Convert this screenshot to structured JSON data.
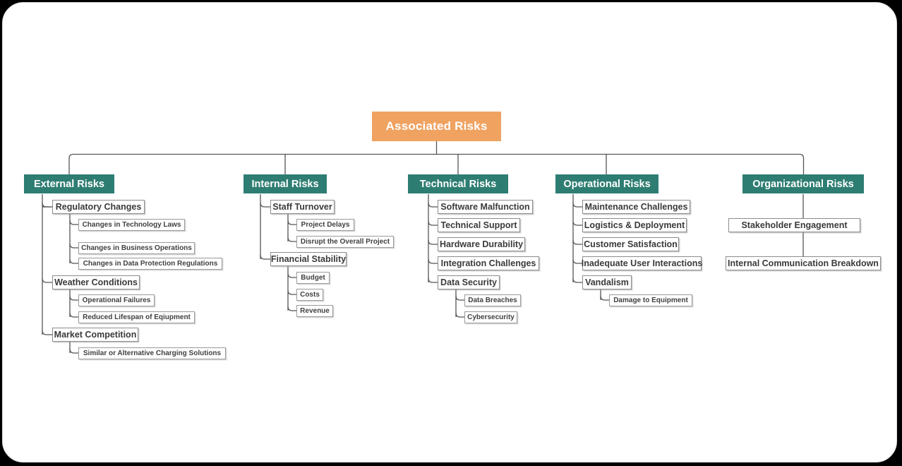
{
  "page": {
    "background": "#000000",
    "card_background": "#ffffff",
    "card_border": "#e2e2e2"
  },
  "theme": {
    "root_fill": "#F0A261",
    "branch_fill": "#2E7D72",
    "node_fill": "#ffffff",
    "node_border": "#8c8c8c",
    "connector": "#555555",
    "root_text": "#ffffff",
    "branch_text": "#ffffff",
    "node_text": "#3a3a3a"
  },
  "mindmap": {
    "root": {
      "label": "Associated Risks"
    },
    "branches": [
      {
        "label": "External Risks",
        "children": [
          {
            "label": "Regulatory Changes",
            "children": [
              {
                "label": "Changes in Technology Laws"
              },
              {
                "label": "Changes in Business Operations"
              },
              {
                "label": "Changes in Data Protection Regulations"
              }
            ]
          },
          {
            "label": "Weather Conditions",
            "children": [
              {
                "label": "Operational Failures"
              },
              {
                "label": "Reduced Lifespan of Eqiupment"
              }
            ]
          },
          {
            "label": "Market Competition",
            "children": [
              {
                "label": "Similar or Alternative Charging Solutions"
              }
            ]
          }
        ]
      },
      {
        "label": "Internal Risks",
        "children": [
          {
            "label": "Staff Turnover",
            "children": [
              {
                "label": "Project Delays"
              },
              {
                "label": "Disrupt the Overall Project"
              }
            ]
          },
          {
            "label": "Financial Stability",
            "children": [
              {
                "label": "Budget"
              },
              {
                "label": "Costs"
              },
              {
                "label": "Revenue"
              }
            ]
          }
        ]
      },
      {
        "label": "Technical Risks",
        "children": [
          {
            "label": "Software Malfunction",
            "children": []
          },
          {
            "label": "Technical Support",
            "children": []
          },
          {
            "label": "Hardware Durability",
            "children": []
          },
          {
            "label": "Integration Challenges",
            "children": []
          },
          {
            "label": "Data Security",
            "children": [
              {
                "label": "Data Breaches"
              },
              {
                "label": "Cybersecurity"
              }
            ]
          }
        ]
      },
      {
        "label": "Operational Risks",
        "children": [
          {
            "label": "Maintenance Challenges",
            "children": []
          },
          {
            "label": "Logistics & Deployment",
            "children": []
          },
          {
            "label": "Customer Satisfaction",
            "children": []
          },
          {
            "label": "Inadequate User Interactions",
            "children": []
          },
          {
            "label": "Vandalism",
            "children": [
              {
                "label": "Damage to Equipment"
              }
            ]
          }
        ]
      },
      {
        "label": "Organizational Risks",
        "children": [
          {
            "label": "Stakeholder Engagement",
            "children": []
          },
          {
            "label": "Internal Communication Breakdown",
            "children": []
          }
        ]
      }
    ]
  }
}
